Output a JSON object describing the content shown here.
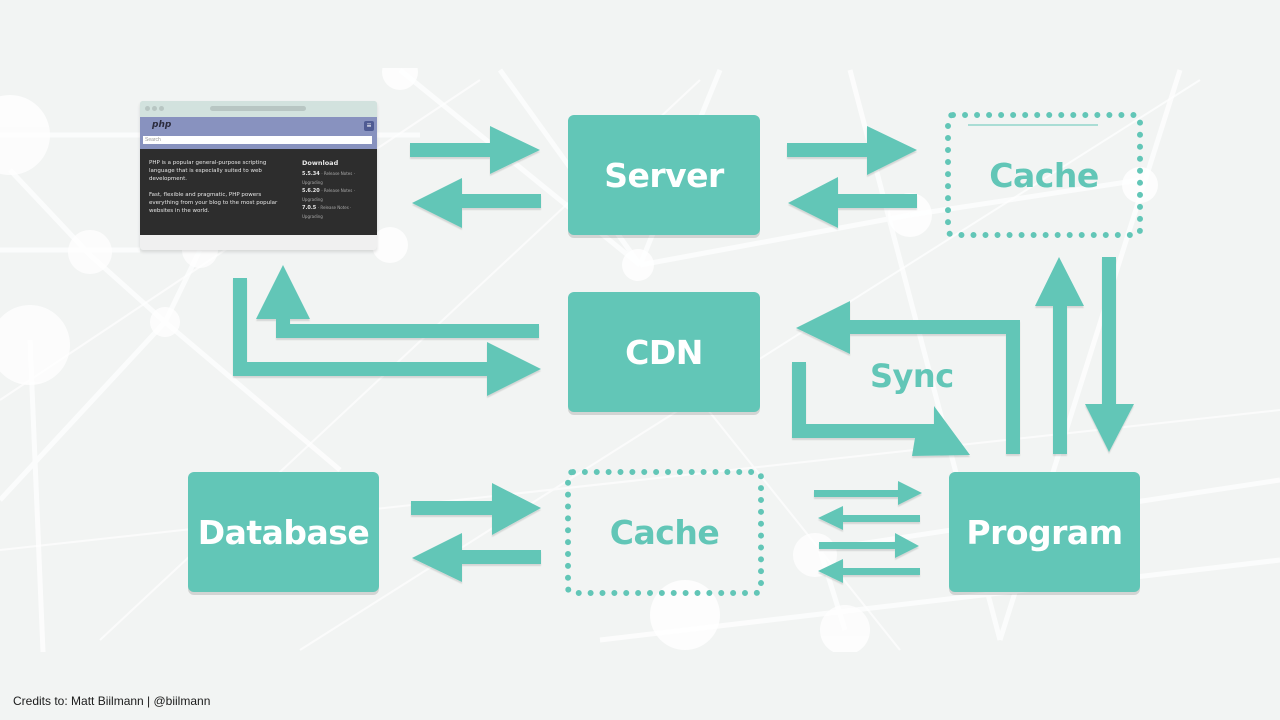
{
  "diagram": {
    "nodes": {
      "server": {
        "label": "Server",
        "style": "solid"
      },
      "cache_top": {
        "label": "Cache",
        "style": "dotted"
      },
      "cdn": {
        "label": "CDN",
        "style": "solid"
      },
      "database": {
        "label": "Database",
        "style": "solid"
      },
      "cache_bottom": {
        "label": "Cache",
        "style": "dotted"
      },
      "program": {
        "label": "Program",
        "style": "solid"
      }
    },
    "sync_label": "Sync",
    "edges": [
      {
        "from": "browser",
        "to": "server"
      },
      {
        "from": "server",
        "to": "browser"
      },
      {
        "from": "server",
        "to": "cache_top"
      },
      {
        "from": "cache_top",
        "to": "server"
      },
      {
        "from": "browser",
        "to": "cdn"
      },
      {
        "from": "cdn",
        "to": "browser"
      },
      {
        "from": "program",
        "to": "cdn",
        "label": "Sync"
      },
      {
        "from": "cdn",
        "to": "program"
      },
      {
        "from": "program",
        "to": "cache_top"
      },
      {
        "from": "cache_top",
        "to": "program"
      },
      {
        "from": "database",
        "to": "cache_bottom"
      },
      {
        "from": "cache_bottom",
        "to": "database"
      },
      {
        "from": "cache_bottom",
        "to": "program"
      },
      {
        "from": "program",
        "to": "cache_bottom"
      }
    ],
    "accent_color": "#62c6b7"
  },
  "browser": {
    "logo": "php",
    "search_placeholder": "Search",
    "paragraph1": "PHP is a popular general-purpose scripting language that is especially suited to web development.",
    "paragraph2": "Fast, flexible and pragmatic, PHP powers everything from your blog to the most popular websites in the world.",
    "download_heading": "Download",
    "versions": [
      {
        "version": "5.5.34",
        "links": "· Release Notes ·",
        "extra": "Upgrading"
      },
      {
        "version": "5.6.20",
        "links": "· Release Notes ·",
        "extra": "Upgrading"
      },
      {
        "version": "7.0.5",
        "links": "· Release Notes ·",
        "extra": "Upgrading"
      }
    ]
  },
  "credits": "Credits to: Matt Biilmann | @biilmann"
}
